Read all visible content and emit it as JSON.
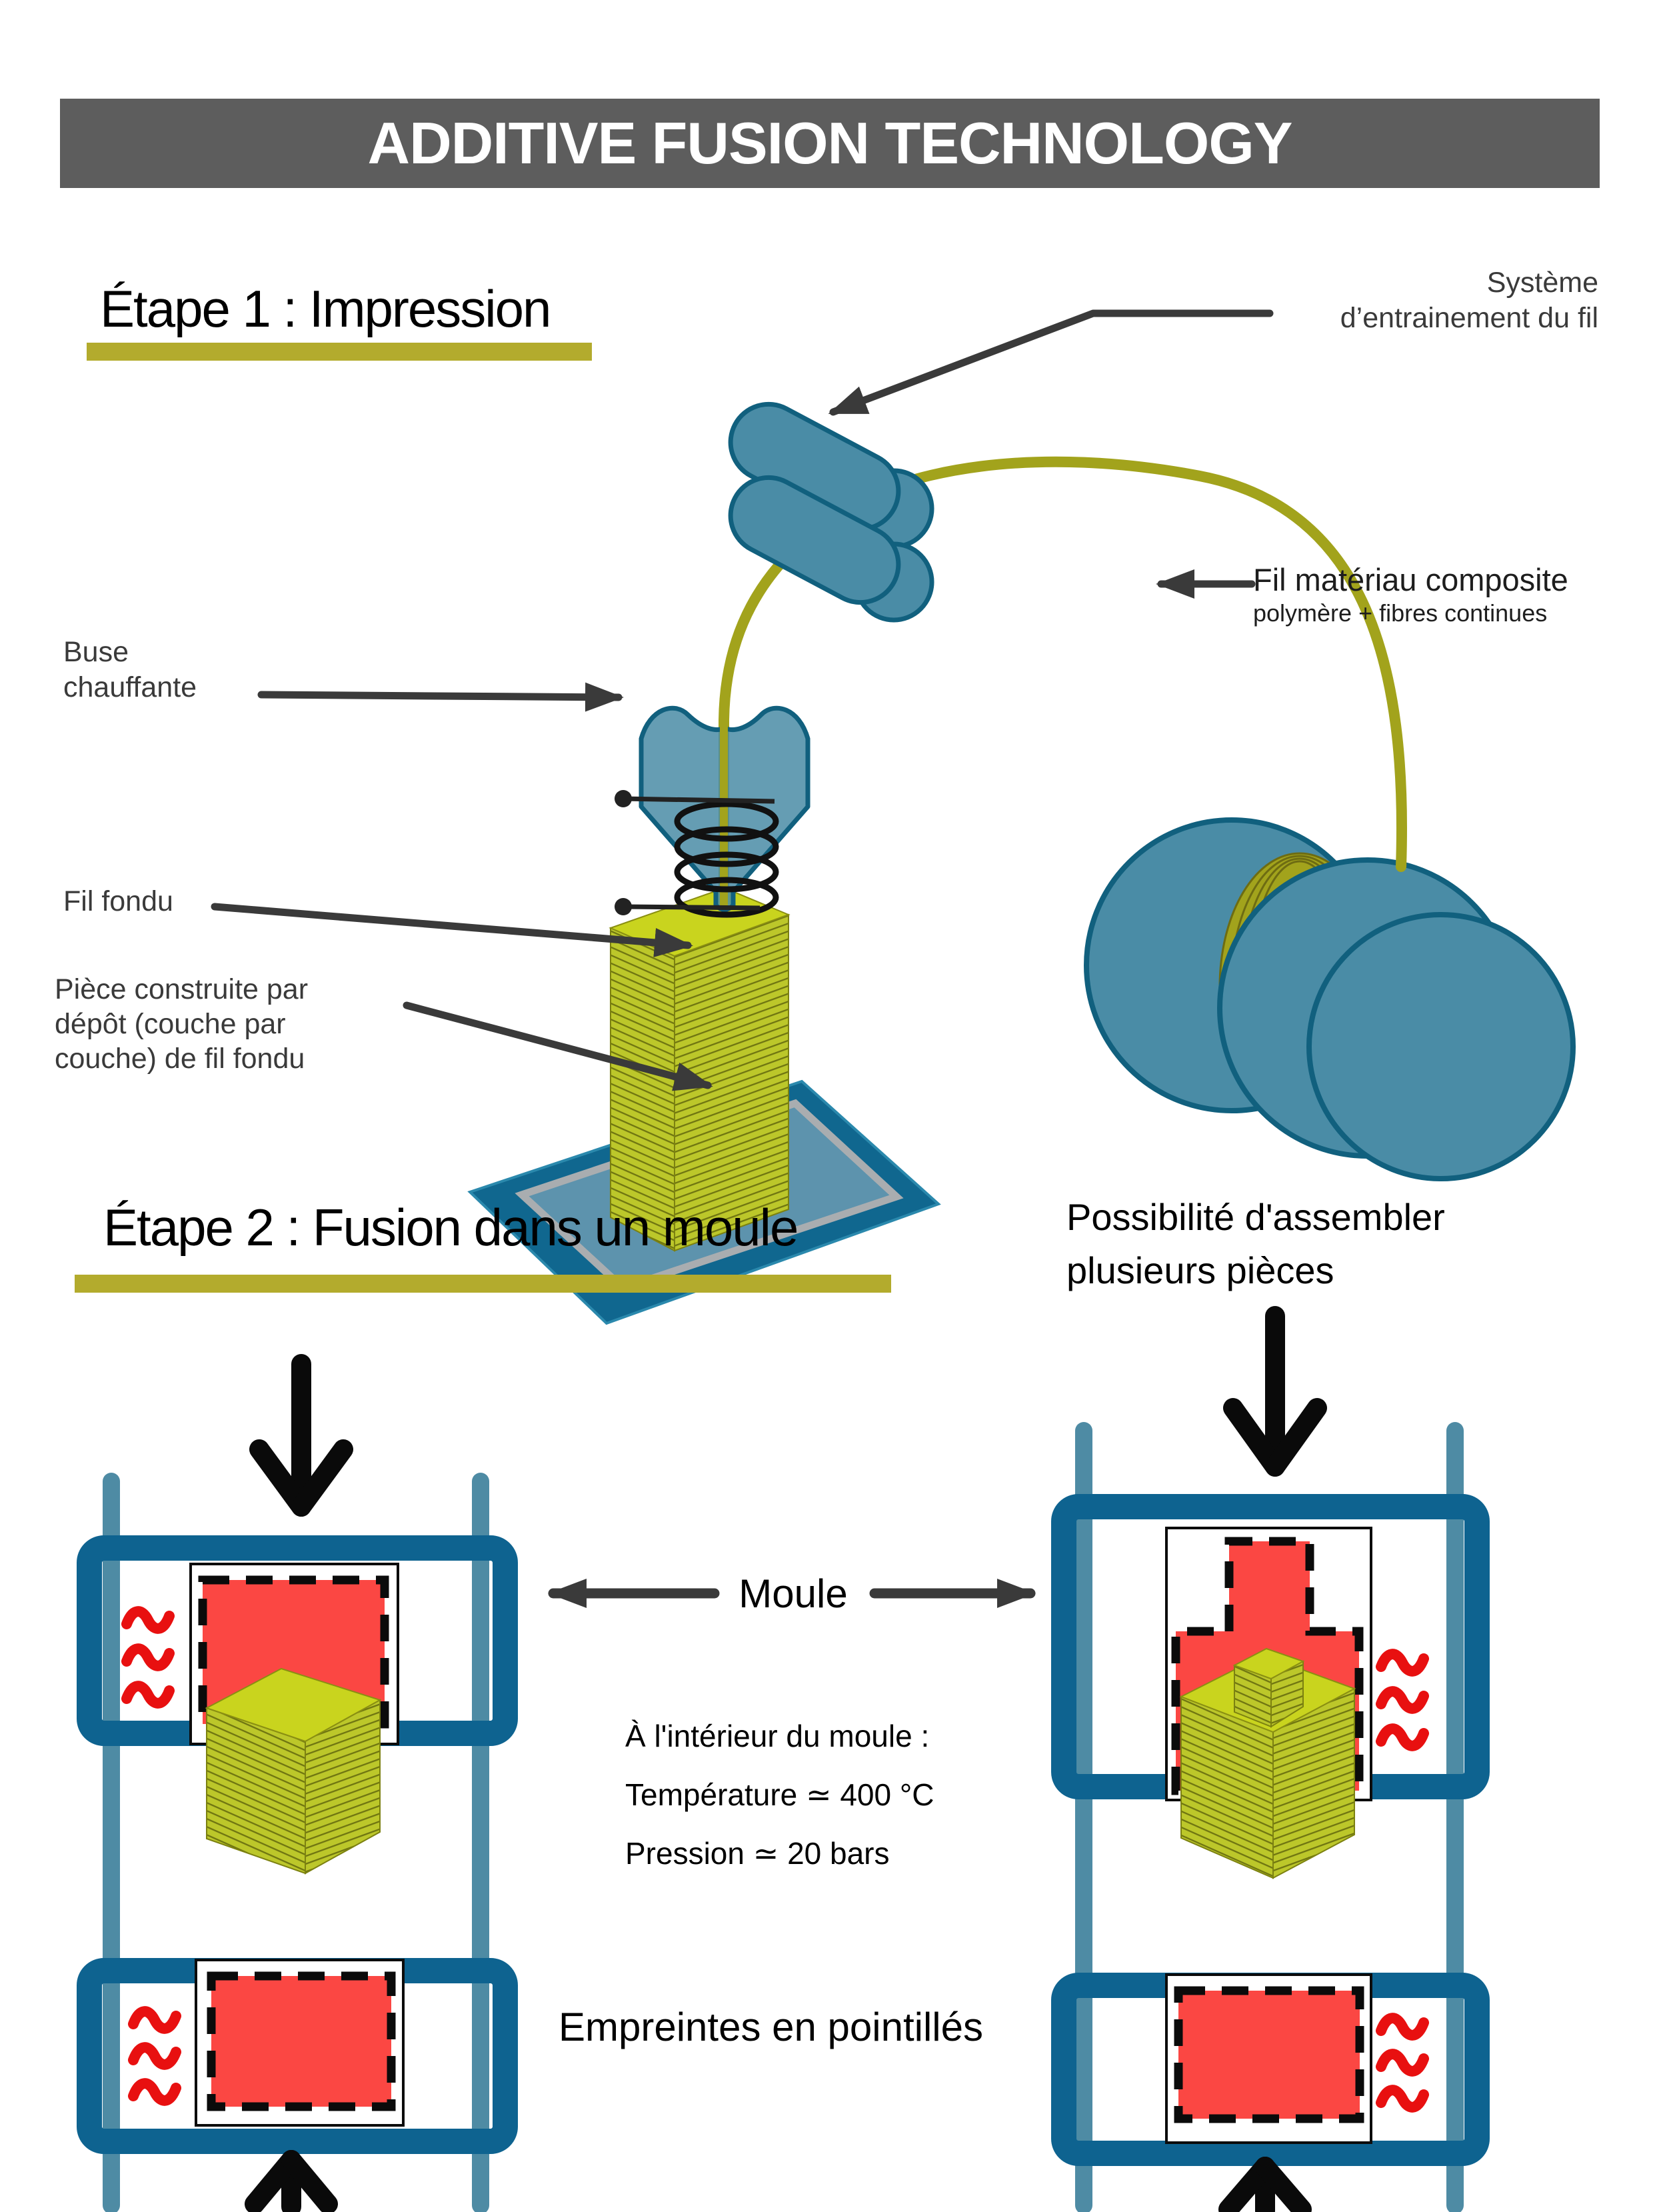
{
  "title_bar": {
    "text": "ADDITIVE FUSION TECHNOLOGY",
    "bg": "#5d5d5d",
    "fg": "#ffffff"
  },
  "palette": {
    "teal": "#4a8ca6",
    "teal_dark": "#11607e",
    "frame_blue": "#0e6390",
    "rod_blue": "#4e8ba4",
    "olive_filament": "#a2a31c",
    "part_yellow": "#c9d41e",
    "underline_olive": "#b3ab2d",
    "red_piece": "#fb4743",
    "heat_red": "#e81010",
    "leader_gray": "#3a3a3a",
    "arrow_black": "#0a0a0a"
  },
  "step1": {
    "heading": "Étape 1 : Impression",
    "labels": {
      "drive_system": {
        "lines": [
          "Système",
          "d’entrainement du fil"
        ]
      },
      "composite": {
        "line1": "Fil matériau composite",
        "line2": "polymère + fibres continues"
      },
      "nozzle": {
        "lines": [
          "Buse",
          "chauffante"
        ]
      },
      "melted": "Fil fondu",
      "part": {
        "lines": [
          "Pièce construite par",
          "dépôt (couche par",
          "couche) de fil fondu"
        ]
      }
    }
  },
  "step2": {
    "heading": "Étape 2 : Fusion dans un moule",
    "assemble": {
      "lines": [
        "Possibilité d'assembler",
        "plusieurs pièces"
      ]
    },
    "mold_label": "Moule",
    "conditions": {
      "lines": [
        "À l'intérieur du moule :",
        "Température ≃ 400 °C",
        "Pression ≃ 20 bars"
      ]
    },
    "empreintes": "Empreintes en pointillés"
  }
}
